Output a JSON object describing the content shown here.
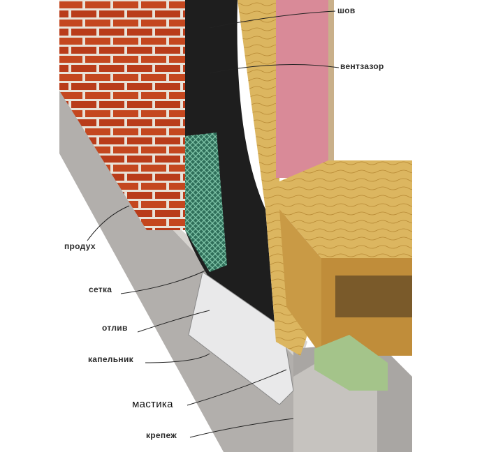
{
  "labels": {
    "seam": "шов",
    "vent_gap": "вентзазор",
    "vent_hole": "продух",
    "mesh": "сетка",
    "flashing": "отлив",
    "drip_edge": "капельник",
    "mastic": "мастика",
    "fastener": "крепеж"
  },
  "colors": {
    "brick": "#c4471f",
    "mortar": "#e8e2d8",
    "concrete": "#a9a6a3",
    "membrane": "#1e1e1e",
    "wood": "#d9b25c",
    "insulation": "#d98a98",
    "mesh": "#3f8f73"
  }
}
